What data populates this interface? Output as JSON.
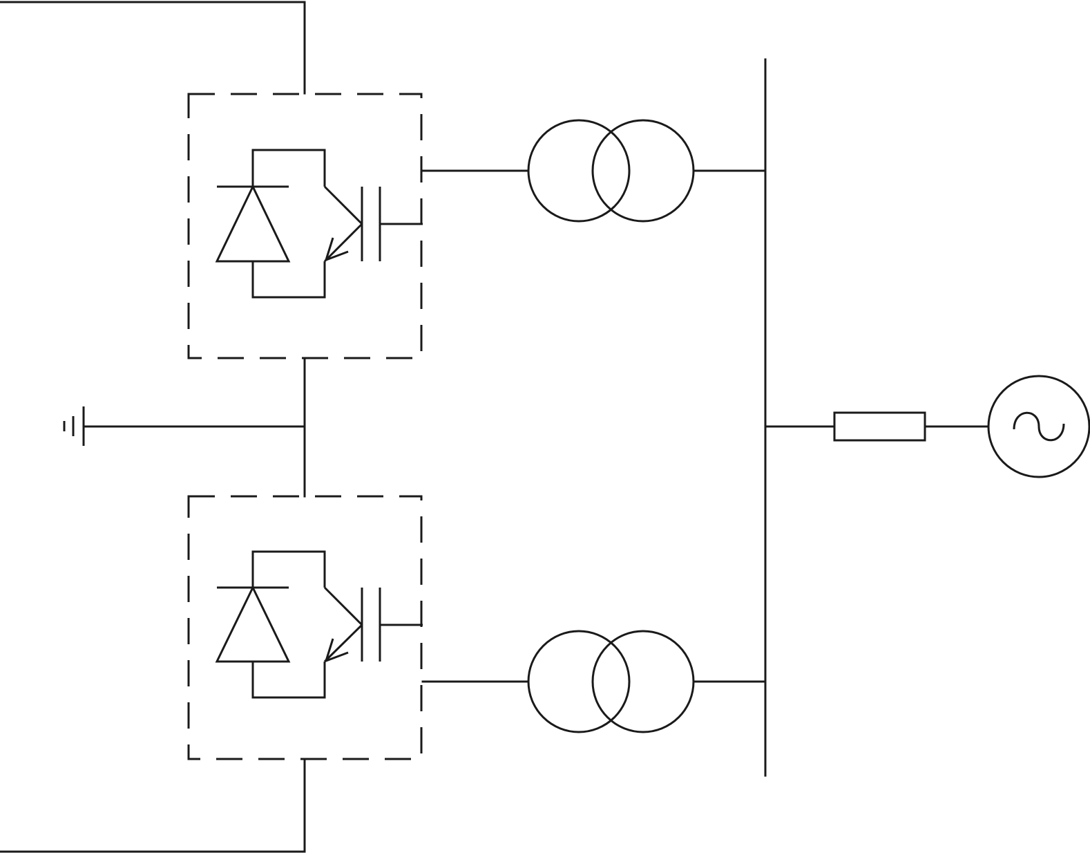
{
  "colors": {
    "stroke": "#1a1a1a",
    "background": "#ffffff"
  },
  "icons": {
    "ground": "ground-icon",
    "diode": "diode-icon",
    "igbt": "igbt-icon",
    "transformer": "transformer-icon",
    "resistor": "resistor-icon",
    "ac_source": "ac-source-icon"
  },
  "components": {
    "converters": [
      "converter-upper",
      "converter-lower"
    ],
    "transformers": [
      "transformer-upper",
      "transformer-lower"
    ],
    "busbar": "ac-busbar",
    "line_impedance": "line-resistor",
    "grid_source": "ac-grid-source"
  }
}
